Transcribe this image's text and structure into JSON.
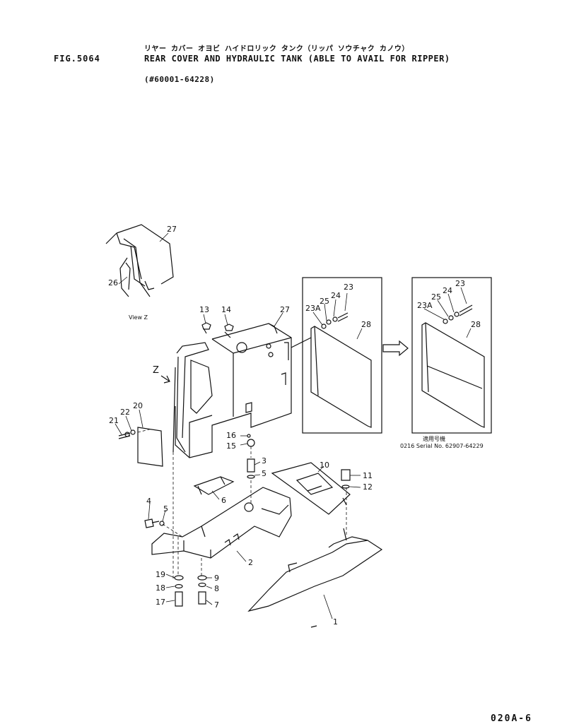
{
  "header": {
    "figure_number": "FIG.5064",
    "japanese_title": "リヤー カバー オヨビ ハイドロリック タンク（リッパ ソウチャク カノウ）",
    "title": "REAR COVER AND HYDRAULIC TANK (ABLE TO AVAIL FOR RIPPER)",
    "serial_range": "(#60001-64228)"
  },
  "view": {
    "label": "View Z",
    "letter": "Z"
  },
  "inset": {
    "note_jp": "適用号機",
    "note": "0216 Serial No. 62907-64229"
  },
  "part_callouts": {
    "p1": "1",
    "p2": "2",
    "p3": "3",
    "p4": "4",
    "p5a": "5",
    "p5b": "5",
    "p6": "6",
    "p7": "7",
    "p8": "8",
    "p9": "9",
    "p10": "10",
    "p11": "11",
    "p12": "12",
    "p15": "15",
    "p16": "16",
    "p17": "17",
    "p18": "18",
    "p19": "19",
    "p20": "20",
    "p21": "21",
    "p22": "22",
    "p23a": "23",
    "p23aa": "23A",
    "p24a": "24",
    "p25a": "25",
    "p28a": "28",
    "p23b": "23",
    "p23ab": "23A",
    "p24b": "24",
    "p25b": "25",
    "p28b": "28",
    "p13": "13",
    "p14": "14",
    "p26": "26",
    "p27a": "27",
    "p27b": "27"
  },
  "footer": {
    "page_code": "020A-6"
  }
}
